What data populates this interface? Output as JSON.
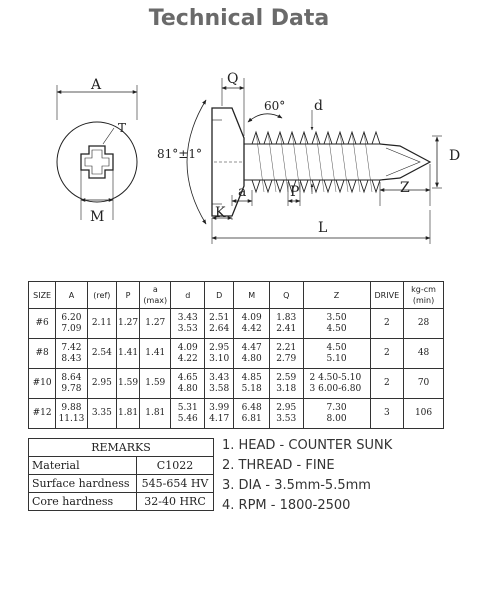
{
  "title": "Technical Data",
  "drawing_labels": {
    "A": "A",
    "M": "M",
    "T": "T",
    "Q": "Q",
    "angle60": "60°",
    "d": "d",
    "angle81": "81°±1°",
    "D": "D",
    "a": "a",
    "P": "P",
    "Z": "Z",
    "K": "K",
    "L": "L"
  },
  "table": {
    "headers": {
      "size": "SIZE",
      "A": "A",
      "ref": "(ref)",
      "P": "P",
      "a_top": "a",
      "a_bottom": "(max)",
      "d": "d",
      "D": "D",
      "M": "M",
      "Q": "Q",
      "Z": "Z",
      "drive": "DRIVE",
      "kgcm_top": "kg-cm",
      "kgcm_bottom": "(min)"
    },
    "rows": [
      {
        "size": "#6",
        "A": [
          "6.20",
          "7.09"
        ],
        "ref": "2.11",
        "P": "1.27",
        "a": "1.27",
        "d": [
          "3.43",
          "3.53"
        ],
        "D": [
          "2.51",
          "2.64"
        ],
        "M": [
          "4.09",
          "4.42"
        ],
        "Q": [
          "1.83",
          "2.41"
        ],
        "Z": [
          "3.50",
          "4.50"
        ],
        "drive": "2",
        "kgcm": "28"
      },
      {
        "size": "#8",
        "A": [
          "7.42",
          "8.43"
        ],
        "ref": "2.54",
        "P": "1.41",
        "a": "1.41",
        "d": [
          "4.09",
          "4.22"
        ],
        "D": [
          "2.95",
          "3.10"
        ],
        "M": [
          "4.47",
          "4.80"
        ],
        "Q": [
          "2.21",
          "2.79"
        ],
        "Z": [
          "4.50",
          "5.10"
        ],
        "drive": "2",
        "kgcm": "48"
      },
      {
        "size": "#10",
        "A": [
          "8.64",
          "9.78"
        ],
        "ref": "2.95",
        "P": "1.59",
        "a": "1.59",
        "d": [
          "4.65",
          "4.80"
        ],
        "D": [
          "3.43",
          "3.58"
        ],
        "M": [
          "4.85",
          "5.18"
        ],
        "Q": [
          "2.59",
          "3.18"
        ],
        "Z": [
          "2   4.50-5.10",
          "3   6.00-6.80"
        ],
        "drive": "2",
        "kgcm": "70"
      },
      {
        "size": "#12",
        "A": [
          "9.88",
          "11.13"
        ],
        "ref": "3.35",
        "P": "1.81",
        "a": "1.81",
        "d": [
          "5.31",
          "5.46"
        ],
        "D": [
          "3.99",
          "4.17"
        ],
        "M": [
          "6.48",
          "6.81"
        ],
        "Q": [
          "2.95",
          "3.53"
        ],
        "Z": [
          "7.30",
          "8.00"
        ],
        "drive": "3",
        "kgcm": "106"
      }
    ]
  },
  "remarks": {
    "header": "REMARKS",
    "rows": [
      {
        "label": "Material",
        "value": "C1022"
      },
      {
        "label": "Surface hardness",
        "value": "545-654 HV"
      },
      {
        "label": "Core hardness",
        "value": "32-40  HRC"
      }
    ]
  },
  "notes": [
    "1. HEAD - COUNTER SUNK",
    "2. THREAD - FINE",
    "3. DIA - 3.5mm-5.5mm",
    "4. RPM - 1800-2500"
  ]
}
